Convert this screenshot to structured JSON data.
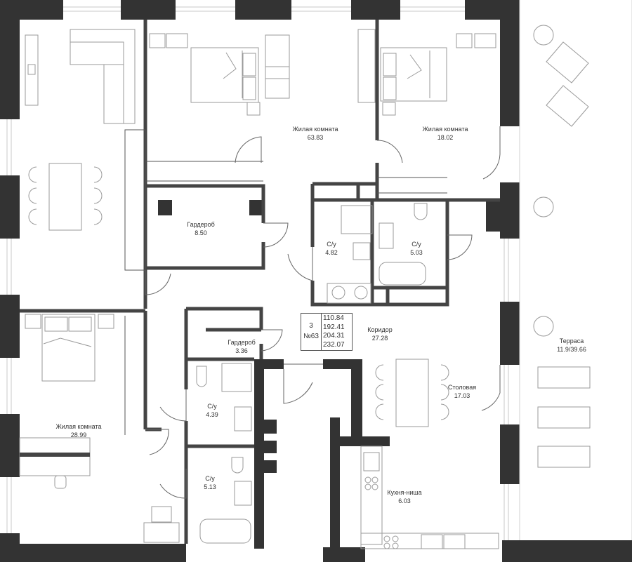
{
  "plan": {
    "colors": {
      "wall": "#333333",
      "thin_wall": "#444444",
      "furniture": "#9a9a9a",
      "window": "#cccccc"
    },
    "apartment": {
      "rooms_count": "3",
      "number": "№63",
      "areas": [
        "110.84",
        "192.41",
        "204.31",
        "232.07"
      ]
    },
    "rooms": {
      "living_top": {
        "name": "Жилая комната",
        "area": "63.83"
      },
      "bedroom_right": {
        "name": "Жилая комната",
        "area": "18.02"
      },
      "wardrobe_top": {
        "name": "Гардероб",
        "area": "8.50"
      },
      "bath_a": {
        "name": "С/у",
        "area": "4.82"
      },
      "bath_b": {
        "name": "С/у",
        "area": "5.03"
      },
      "corridor": {
        "name": "Коридор",
        "area": "27.28"
      },
      "wardrobe_small": {
        "name": "Гардероб",
        "area": "3.36"
      },
      "bath_c": {
        "name": "С/у",
        "area": "4.39"
      },
      "bath_d": {
        "name": "С/у",
        "area": "5.13"
      },
      "bedroom_left": {
        "name": "Жилая комната",
        "area": "28.99"
      },
      "dining": {
        "name": "Столовая",
        "area": "17.03"
      },
      "kitchen": {
        "name": "Кухня-ниша",
        "area": "6.03"
      },
      "terrace": {
        "name": "Терраса",
        "area": "11.9/39.66"
      }
    }
  }
}
